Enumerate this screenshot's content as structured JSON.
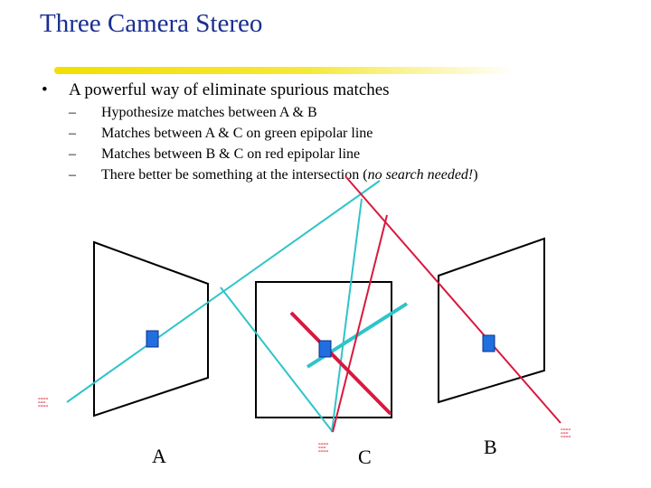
{
  "title": "Three Camera Stereo",
  "bullet": {
    "marker": "•",
    "text": "A powerful way of eliminate spurious matches",
    "subitems": [
      {
        "marker": "–",
        "text": "Hypothesize matches between A & B"
      },
      {
        "marker": "–",
        "text": "Matches between A & C on green epipolar line"
      },
      {
        "marker": "–",
        "text": "Matches between B & C on red epipolar line"
      },
      {
        "marker": "–",
        "text_before": "There better be something at the intersection (",
        "text_italic": "no search needed!",
        "text_after": ")"
      }
    ]
  },
  "diagram": {
    "cameras": [
      {
        "id": "A",
        "label": "A"
      },
      {
        "id": "C",
        "label": "C"
      },
      {
        "id": "B",
        "label": "B"
      }
    ],
    "colors": {
      "title": "#1a2f8f",
      "accent_bar": "#f2df00",
      "green_epipolar": "#2ec4c8",
      "red_epipolar": "#d8193f",
      "point_marker": "#1f6fe0",
      "frame": "#000000"
    }
  }
}
